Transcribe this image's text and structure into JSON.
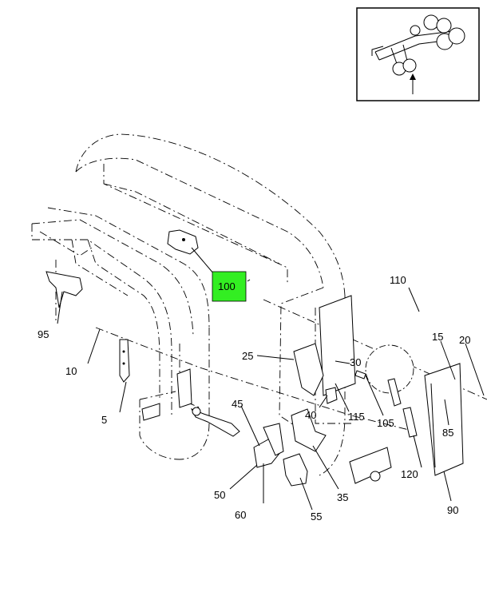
{
  "diagram": {
    "callouts": [
      {
        "id": "5",
        "label": "5"
      },
      {
        "id": "10",
        "label": "10"
      },
      {
        "id": "15",
        "label": "15"
      },
      {
        "id": "20",
        "label": "20"
      },
      {
        "id": "25",
        "label": "25"
      },
      {
        "id": "30",
        "label": "30"
      },
      {
        "id": "35",
        "label": "35"
      },
      {
        "id": "40",
        "label": "40"
      },
      {
        "id": "45",
        "label": "45"
      },
      {
        "id": "50",
        "label": "50"
      },
      {
        "id": "55",
        "label": "55"
      },
      {
        "id": "60",
        "label": "60"
      },
      {
        "id": "85",
        "label": "85"
      },
      {
        "id": "90",
        "label": "90"
      },
      {
        "id": "95",
        "label": "95"
      },
      {
        "id": "100",
        "label": "100",
        "highlighted": true
      },
      {
        "id": "105",
        "label": "105"
      },
      {
        "id": "110",
        "label": "110"
      },
      {
        "id": "115",
        "label": "115"
      },
      {
        "id": "120",
        "label": "120"
      }
    ],
    "highlight_color": "#33ee22",
    "line_color": "#000000"
  }
}
